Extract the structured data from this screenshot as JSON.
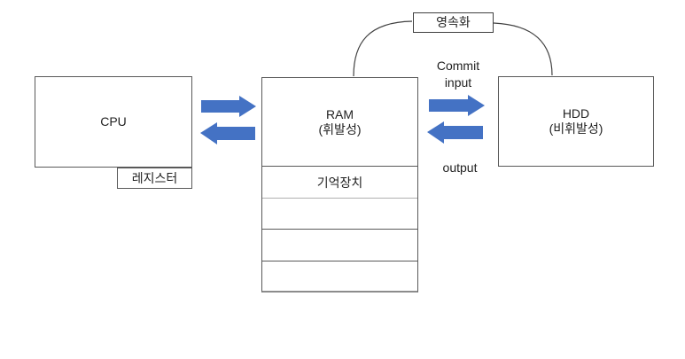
{
  "cpu": {
    "label": "CPU",
    "register_label": "레지스터"
  },
  "ram": {
    "label": "RAM",
    "volatility": "(휘발성)",
    "memory_row_label": "기억장치",
    "empty_rows": [
      "",
      "",
      ""
    ]
  },
  "hdd": {
    "label": "HDD",
    "volatility": "(비휘발성)"
  },
  "persistence": {
    "label": "영속화"
  },
  "flow_labels": {
    "commit": "Commit",
    "input": "input",
    "output": "output"
  },
  "colors": {
    "arrow_fill": "#4472C4",
    "arrow_stroke": "#2E5A9E",
    "connector_line": "#404040",
    "box_border": "#595959",
    "light_divider": "#b0b0b0"
  }
}
